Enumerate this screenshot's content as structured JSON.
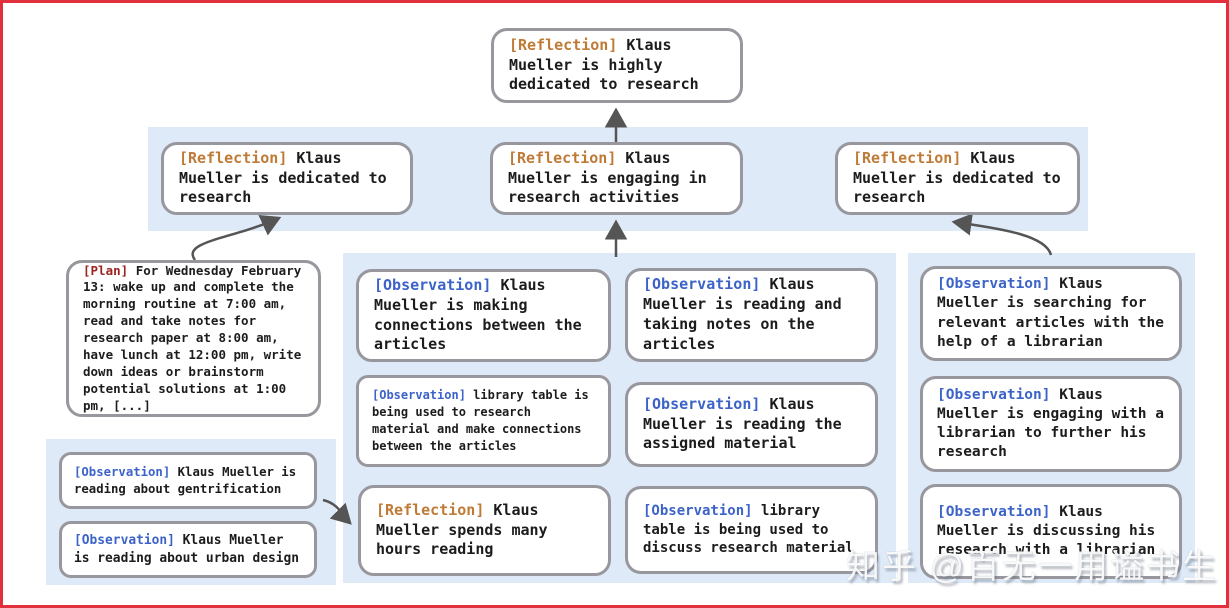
{
  "watermark": {
    "text": "知乎 @百无一用谥书生"
  },
  "colors": {
    "frame_border": "#e0303c",
    "panel_blue": "#deeaf8",
    "box_border": "#97979d",
    "reflection_tag": "#bf7b36",
    "observation_tag": "#3c63c8",
    "plan_tag": "#9b2420",
    "arrow": "#555555",
    "text": "#1c1c1c"
  },
  "nodes": {
    "root": {
      "tag": "[Reflection]",
      "text": "Klaus Mueller is highly dedicated to research"
    },
    "level2": [
      {
        "tag": "[Reflection]",
        "text": "Klaus Mueller is dedicated to research"
      },
      {
        "tag": "[Reflection]",
        "text": "Klaus Mueller is engaging in research activities"
      },
      {
        "tag": "[Reflection]",
        "text": "Klaus Mueller is dedicated to research"
      }
    ],
    "plan": {
      "tag": "[Plan]",
      "text": "For Wednesday February 13: wake up and complete the morning routine at 7:00 am, read and take notes for research paper at 8:00 am, have lunch at 12:00 pm, write down ideas or brainstorm potential solutions at 1:00 pm, [...]"
    },
    "left_observations": [
      {
        "tag": "[Observation]",
        "text": "Klaus Mueller is reading about gentrification"
      },
      {
        "tag": "[Observation]",
        "text": "Klaus Mueller is reading about urban design"
      }
    ],
    "middle_col1": [
      {
        "tag": "[Observation]",
        "text": "Klaus Mueller is making connections between the articles"
      },
      {
        "tag": "[Observation]",
        "text": "library table is being used to research material and make connections between the articles"
      },
      {
        "tag": "[Reflection]",
        "text": "Klaus Mueller spends many hours reading"
      }
    ],
    "middle_col2": [
      {
        "tag": "[Observation]",
        "text": "Klaus Mueller is reading and taking notes on the articles"
      },
      {
        "tag": "[Observation]",
        "text": "Klaus Mueller is reading the assigned material"
      },
      {
        "tag": "[Observation]",
        "text": "library table is being used to discuss research material"
      }
    ],
    "right_col": [
      {
        "tag": "[Observation]",
        "text": "Klaus Mueller is searching for relevant articles with the help of a librarian"
      },
      {
        "tag": "[Observation]",
        "text": "Klaus Mueller is engaging with a librarian to further his research"
      },
      {
        "tag": "[Observation]",
        "text": "Klaus Mueller is discussing his research with a librarian"
      }
    ]
  }
}
